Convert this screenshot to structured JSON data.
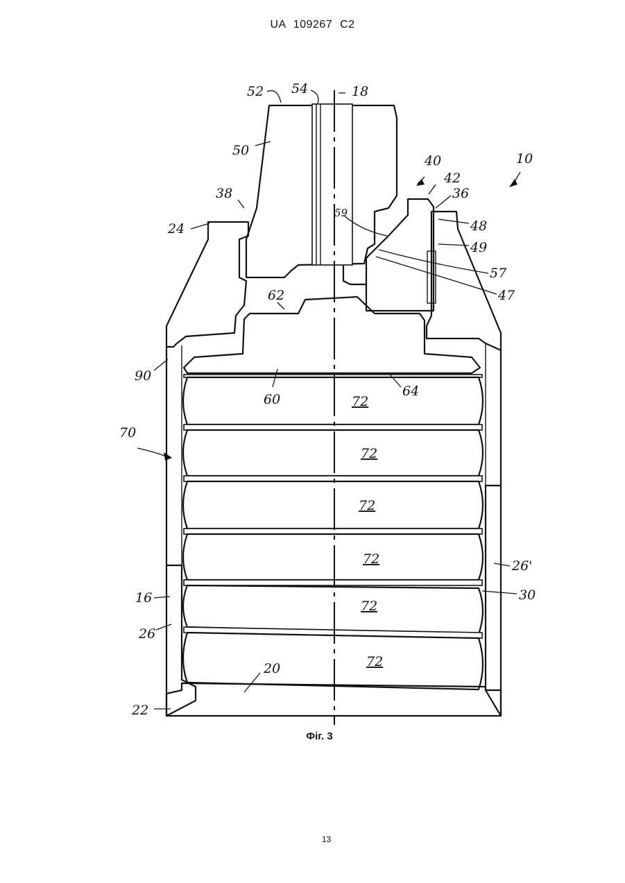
{
  "header": {
    "text": "UA   109267   C2"
  },
  "figure": {
    "caption": "Фіг. 3",
    "reference_numerals": [
      "52",
      "54",
      "18",
      "50",
      "40",
      "42",
      "36",
      "10",
      "38",
      "24",
      "59",
      "48",
      "49",
      "57",
      "47",
      "62",
      "90",
      "60",
      "64",
      "70",
      "72",
      "72",
      "72",
      "72",
      "72",
      "72",
      "26'",
      "16",
      "30",
      "26",
      "20",
      "22"
    ]
  },
  "footer": {
    "page_number": "13"
  }
}
